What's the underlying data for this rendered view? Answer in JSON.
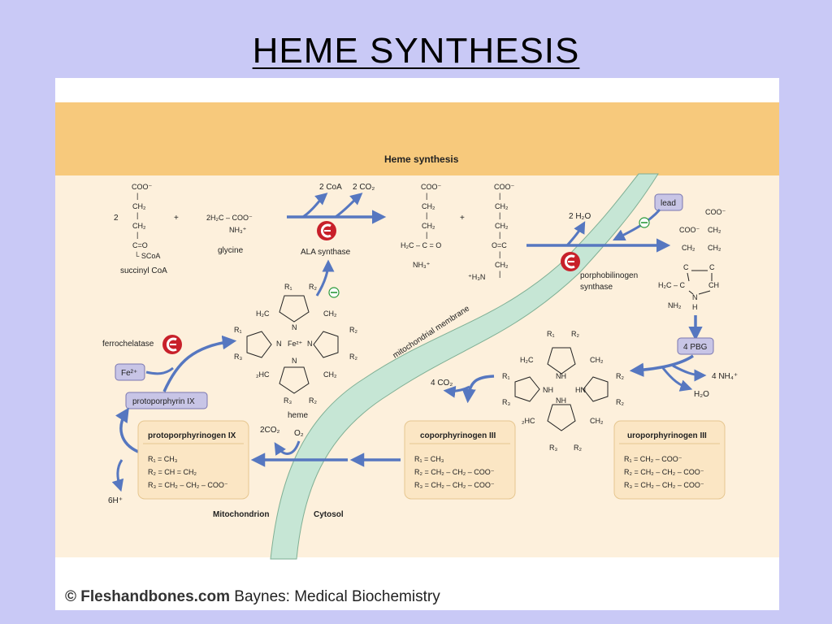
{
  "slide": {
    "title": "HEME SYNTHESIS",
    "credit_brand": "© Fleshandbones.com",
    "credit_source": "Baynes: Medical Biochemistry"
  },
  "diagram": {
    "header": "Heme synthesis",
    "membrane_label": "mitochondrial membrane",
    "compartments": {
      "inner": "Mitochondrion",
      "outer": "Cytosol"
    },
    "step1": {
      "coefficient": "2",
      "plus1": "+",
      "plus2": "+",
      "succinyl_lines": [
        "COO⁻",
        "|",
        "CH₂",
        "|",
        "CH₂",
        "|",
        "C=O",
        "└ SCoA"
      ],
      "succinyl_label": "succinyl CoA",
      "glycine_formula": "2H₂C – COO⁻",
      "glycine_nh3": "NH₃⁺",
      "glycine_label": "glycine",
      "byproducts_a": "2 CoA",
      "byproducts_b": "2 CO₂",
      "enzyme": "ALA synthase",
      "ala_lines": [
        "COO⁻",
        "|",
        "CH₂",
        "|",
        "CH₂",
        "|"
      ],
      "ala_c": "H₂C – C = O",
      "ala_nh3": "NH₃⁺",
      "ala2_lines": [
        "COO⁻",
        "|",
        "CH₂",
        "|",
        "CH₂",
        "|",
        "O=C",
        "|",
        "CH₂",
        "|"
      ],
      "ala2_nh3": "⁺H₃N"
    },
    "step2": {
      "water": "2 H₂O",
      "inhibitor": "lead",
      "enzyme_line1": "porphobilinogen",
      "enzyme_line2": "synthase",
      "pbg_top_left": "COO⁻",
      "pbg_top_right": "COO⁻",
      "pbg_ch2_left": "CH₂",
      "pbg_ch2_right": "CH₂",
      "pbg_ch2_right2": "CH₂",
      "pbg_c1": "C",
      "pbg_c2": "C",
      "pbg_h2c": "H₂C – C",
      "pbg_ch": "CH",
      "pbg_nh2": "NH₂",
      "pbg_n": "N",
      "pbg_h": "H"
    },
    "step3": {
      "pbg_count": "4 PBG",
      "nh4": "4 NH₄⁺",
      "water": "H₂O"
    },
    "porphyrinogen": {
      "r1a": "R₁",
      "r2a": "R₂",
      "r1b": "R₁",
      "r2b": "R₂",
      "r3a": "R₃",
      "r2c": "R₂",
      "r3b": "R₃",
      "r2d": "R₂",
      "ch2a": "H₂C",
      "ch2b": "CH₂",
      "ch2c": "₂HC",
      "ch2d": "CH₂",
      "nh1": "NH",
      "nh2": "NH",
      "hn1": "HN",
      "nh3": "NH"
    },
    "heme": {
      "label": "heme",
      "fe": "Fe²⁺",
      "n1": "N",
      "n2": "N",
      "n3": "N",
      "n4": "N",
      "r1a": "R₁",
      "r2a": "R₂",
      "r1b": "R₁",
      "r2b": "R₂",
      "r3a": "R₃",
      "r2c": "R₂",
      "r3b": "R₃",
      "r2d": "R₂",
      "ch2a": "H₂C",
      "ch2b": "CH₂",
      "ch2c": "₂HC",
      "ch2d": "CH₂"
    },
    "ferro": {
      "enzyme": "ferrochelatase",
      "fe": "Fe²⁺",
      "proto_ix": "protoporphyrin IX",
      "protons": "6H⁺"
    },
    "copro_step": {
      "co2": "4 CO₂",
      "co2b": "2CO₂",
      "o2": "O₂"
    },
    "boxes": [
      {
        "name": "protoporphyrinogen IX",
        "r1": "R₁ = CH₃",
        "r2": "R₂ = CH = CH₂",
        "r3": "R₃ = CH₂ – CH₂ – COO⁻"
      },
      {
        "name": "coporphyrinogen III",
        "r1": "R₁ = CH₃",
        "r2": "R₂ = CH₂ – CH₂ – COO⁻",
        "r3": "R₃ = CH₂ – CH₂ – COO⁻"
      },
      {
        "name": "uroporphyrinogen III",
        "r1": "R₁ = CH₂ – COO⁻",
        "r2": "R₂ = CH₂ – CH₂ – COO⁻",
        "r3": "R₃ = CH₂ – CH₂ – COO⁻"
      }
    ],
    "colors": {
      "header_band": "#f7c97c",
      "body_bg": "#fdf0dc",
      "membrane": "#c6e6d5",
      "arrow": "#5677c0",
      "enzyme_red": "#c8202a",
      "tag_fill": "#c8c5e6",
      "box_fill": "#fbe6c4"
    },
    "icons": [
      "enzyme-icon",
      "inhibition-minus-icon"
    ]
  }
}
